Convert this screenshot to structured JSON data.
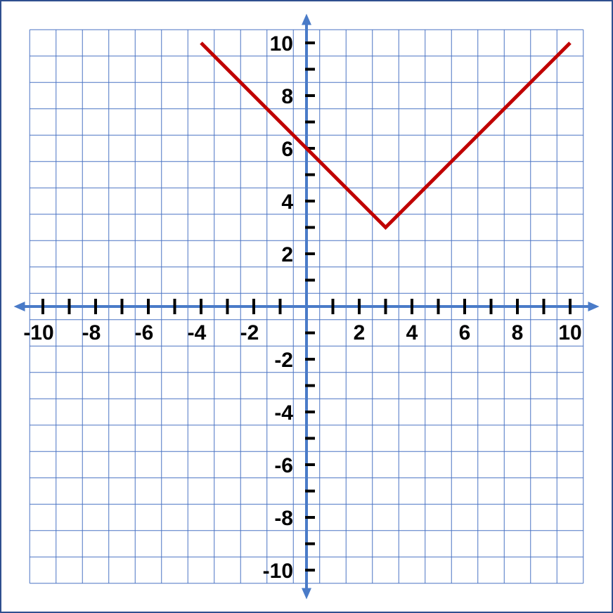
{
  "chart_data": {
    "type": "line",
    "title": "",
    "xlabel": "",
    "ylabel": "",
    "xlim": [
      -10,
      10
    ],
    "ylim": [
      -10,
      10
    ],
    "grid": true,
    "x_tick_labels": [
      "-10",
      "-8",
      "-6",
      "-4",
      "-2",
      "2",
      "4",
      "6",
      "8",
      "10"
    ],
    "y_tick_labels": [
      "10",
      "8",
      "6",
      "4",
      "2",
      "-2",
      "-4",
      "-6",
      "-8",
      "-10"
    ],
    "series": [
      {
        "x": [
          -4,
          3,
          10
        ],
        "y": [
          10,
          3,
          10
        ]
      }
    ]
  },
  "colors": {
    "border": "#2f4f8f",
    "grid": "#4a74c4",
    "axis": "#4a7bc8",
    "tick": "#000000",
    "line": "#c00000"
  }
}
